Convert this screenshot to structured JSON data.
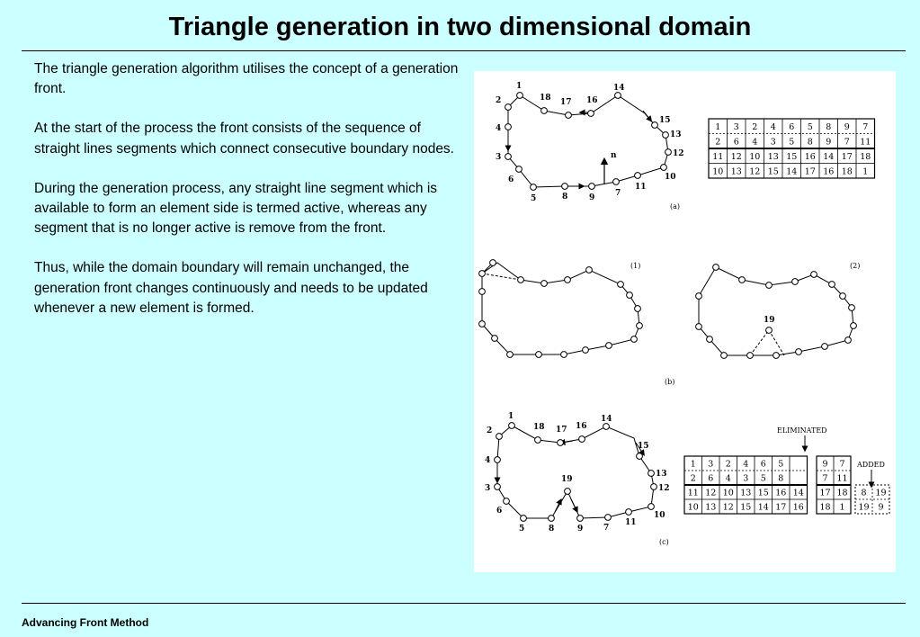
{
  "slide": {
    "title": "Triangle generation in two dimensional domain",
    "paragraphs": [
      "The triangle generation algorithm utilises the concept of a generation front.",
      "At the start of the process the front consists of the sequence of straight lines segments which connect consecutive boundary nodes.",
      "During the generation process, any straight line segment which is available to form an element side is termed active, whereas any segment that is no longer active is remove from the front.",
      "Thus, while the domain boundary will remain unchanged, the generation front changes continuously and needs to be updated whenever a new element is formed."
    ],
    "footer": "Advancing Front Method"
  },
  "figure": {
    "panel_a": {
      "caption": "(a)",
      "normal_label": "n",
      "node_labels": [
        "1",
        "2",
        "4",
        "3",
        "6",
        "5",
        "8",
        "9",
        "7",
        "11",
        "10",
        "12",
        "13",
        "15",
        "14",
        "16",
        "17",
        "18"
      ],
      "table": [
        [
          "1",
          "3",
          "2",
          "4",
          "6",
          "5",
          "8",
          "9",
          "7"
        ],
        [
          "2",
          "6",
          "4",
          "3",
          "5",
          "8",
          "9",
          "7",
          "11"
        ],
        [
          "11",
          "12",
          "10",
          "13",
          "15",
          "16",
          "14",
          "17",
          "18"
        ],
        [
          "10",
          "13",
          "12",
          "15",
          "14",
          "17",
          "16",
          "18",
          "1"
        ]
      ]
    },
    "panel_b": {
      "caption": "(b)",
      "sub_labels": [
        "(1)",
        "(2)"
      ],
      "new_node_label": "19"
    },
    "panel_c": {
      "caption": "(c)",
      "node_labels": [
        "1",
        "2",
        "4",
        "3",
        "6",
        "5",
        "8",
        "9",
        "7",
        "11",
        "10",
        "12",
        "13",
        "15",
        "14",
        "16",
        "17",
        "18",
        "19"
      ],
      "eliminated_label": "ELIMINATED",
      "added_label": "ADDED",
      "table_main": [
        [
          "1",
          "3",
          "2",
          "4",
          "6",
          "5",
          ""
        ],
        [
          "2",
          "6",
          "4",
          "3",
          "5",
          "8",
          ""
        ],
        [
          "11",
          "12",
          "10",
          "13",
          "15",
          "16",
          "14"
        ],
        [
          "10",
          "13",
          "12",
          "15",
          "14",
          "17",
          "16"
        ]
      ],
      "table_after": [
        [
          "9",
          "7"
        ],
        [
          "7",
          "11"
        ],
        [
          "17",
          "18"
        ],
        [
          "18",
          "1"
        ]
      ],
      "table_added": [
        [
          "8",
          "19"
        ],
        [
          "19",
          "9"
        ]
      ]
    }
  }
}
